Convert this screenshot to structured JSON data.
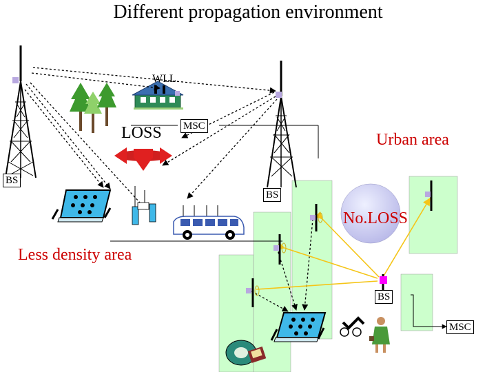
{
  "title": "Different propagation environment",
  "labels": {
    "wll": "WLL",
    "loss": "LOSS",
    "msc_top": "MSC",
    "urban": "Urban area",
    "bs_left": "BS",
    "bs_center": "BS",
    "noloss": "No.LOSS",
    "less_density": "Less density area",
    "bs_bottom": "BS",
    "msc_bottom": "MSC"
  },
  "colors": {
    "building": "#ccffcc",
    "noloss_circle": "#d0d0f0",
    "tower": "#000000",
    "antenna": "#b8a8e0",
    "signal_yellow": "#f5c518",
    "bs_node": "#ff00ff",
    "loss_arrow": "#e02020"
  }
}
